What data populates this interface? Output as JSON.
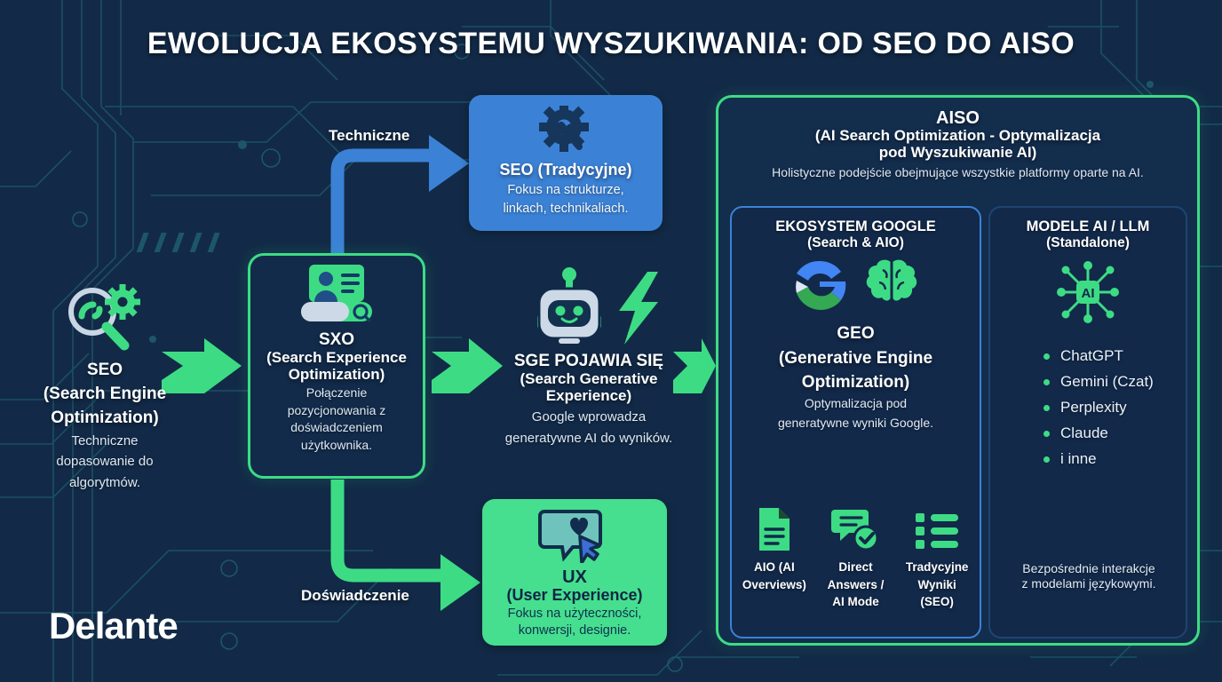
{
  "header": {
    "title": "EWOLUCJA EKOSYSTEMU WYSZUKIWANIA: OD SEO DO AISO"
  },
  "colors": {
    "background": "#122a47",
    "green": "#3ddc84",
    "blue": "#3b82d6",
    "circuit": "#1f5a6b",
    "text": "#ffffff"
  },
  "stages": {
    "seo": {
      "icon": "magnifier-gear-icon",
      "title_line1": "SEO",
      "title_line2": "(Search Engine",
      "title_line3": "Optimization)",
      "desc_line1": "Techniczne",
      "desc_line2": "dopasowanie do",
      "desc_line3": "algorytmów."
    },
    "sxo": {
      "icon": "user-profile-search-icon",
      "title_line1": "SXO",
      "title_line2": "(Search Experience",
      "title_line3": "Optimization)",
      "desc_line1": "Połączenie",
      "desc_line2": "pozycjonowania z",
      "desc_line3": "doświadczeniem",
      "desc_line4": "użytkownika."
    },
    "sge": {
      "icon": "robot-icon",
      "icon2": "lightning-bolt-icon",
      "title_line1": "SGE POJAWIA SIĘ",
      "title_line2": "(Search Generative",
      "title_line3": "Experience)",
      "desc_line1": "Google wprowadza",
      "desc_line2": "generatywne AI do wyników."
    }
  },
  "branches": {
    "technical": {
      "label": "Techniczne",
      "card": {
        "icon": "gear-wrench-icon",
        "title": "SEO (Tradycyjne)",
        "desc_line1": "Fokus na strukturze,",
        "desc_line2": "linkach, technikaliach."
      }
    },
    "experience": {
      "label": "Doświadczenie",
      "card": {
        "icon": "chat-heart-cursor-icon",
        "title_line1": "UX",
        "title_line2": "(User Experience)",
        "desc_line1": "Fokus na użyteczności,",
        "desc_line2": "konwersji, designie."
      }
    }
  },
  "aiso": {
    "title": "AISO",
    "subtitle_line1": "(AI Search Optimization - Optymalizacja",
    "subtitle_line2": "pod Wyszukiwanie AI)",
    "description": "Holistyczne podejście obejmujące wszystkie platformy oparte na AI.",
    "google_panel": {
      "header_line1": "EKOSYSTEM GOOGLE",
      "header_line2": "(Search & AIO)",
      "icons": [
        "google-g-icon",
        "brain-icon"
      ],
      "geo_title": "GEO",
      "geo_title_line2": "(Generative Engine",
      "geo_title_line3": "Optimization)",
      "geo_desc_line1": "Optymalizacja pod",
      "geo_desc_line2": "generatywne wyniki Google.",
      "leaves": [
        {
          "icon": "document-icon",
          "label_line1": "AIO (AI",
          "label_line2": "Overviews)",
          "label_line3": ""
        },
        {
          "icon": "chat-check-icon",
          "label_line1": "Direct",
          "label_line2": "Answers /",
          "label_line3": "AI Mode"
        },
        {
          "icon": "list-icon",
          "label_line1": "Tradycyjne",
          "label_line2": "Wyniki",
          "label_line3": "(SEO)"
        }
      ]
    },
    "llm_panel": {
      "header_line1": "MODELE AI / LLM",
      "header_line2": "(Standalone)",
      "icon": "ai-chip-icon",
      "items": [
        "ChatGPT",
        "Gemini (Czat)",
        "Perplexity",
        "Claude",
        "i inne"
      ],
      "footer_icon": "handshake-chat-icon",
      "footer_line1": "Bezpośrednie interakcje",
      "footer_line2": "z modelami językowymi."
    }
  },
  "brand": {
    "name": "Delante"
  }
}
